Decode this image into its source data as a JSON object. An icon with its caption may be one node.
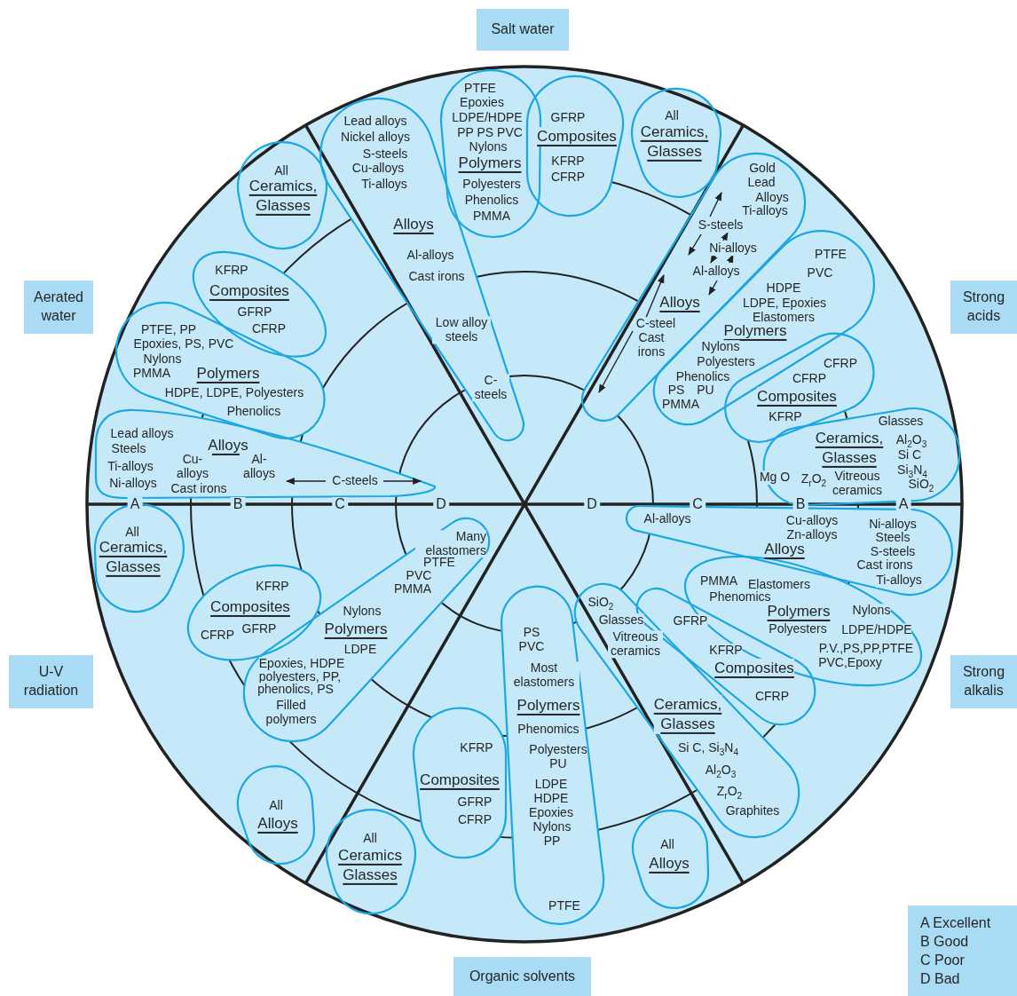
{
  "diagram": {
    "nodes": [
      {
        "text": [
          "Salt water"
        ]
      },
      {
        "text": [
          "Aerated water"
        ]
      },
      {
        "text": [
          "Strong acids"
        ]
      },
      {
        "text": [
          "U-V radiation"
        ]
      },
      {
        "text": [
          "Strong alkalis"
        ]
      },
      {
        "text": [
          "Organic solvents"
        ]
      },
      {
        "text": [
          "A Excellent",
          "B Good",
          "C Poor",
          "D Bad"
        ]
      },
      {
        "text": [
          "Lead alloys",
          "Nickel alloys",
          "S-steels",
          "Cu-alloys",
          "Ti-alloys",
          "Alloys",
          "Al-alloys",
          "Cast irons",
          "Low alloy steels",
          "C-steels"
        ]
      },
      {
        "text": [
          "PTFE",
          "Epoxies",
          "LDPE/HDPE",
          "PP PS PVC",
          "Nylons",
          "Polymers",
          "Polyesters",
          "Phenolics",
          "PMMA"
        ]
      },
      {
        "text": [
          "GFRP",
          "Composites",
          "KFRP",
          "CFRP"
        ]
      },
      {
        "text": [
          "All",
          "Ceramics, Glasses"
        ]
      },
      {
        "text": [
          "Gold",
          "Lead",
          "Alloys",
          "Ti-alloys",
          "S-steels",
          "Ni-alloys",
          "Al-alloys",
          "Alloys",
          "C-steel",
          "Cast irons"
        ]
      },
      {
        "text": [
          "PTFE",
          "PVC",
          "HDPE",
          "LDPE, Epoxies",
          "Elastomers",
          "Polymers",
          "Nylons",
          "Polyesters",
          "Phenolics",
          "PS",
          "PU",
          "PMMA"
        ]
      },
      {
        "text": [
          "CFRP",
          "CFRP",
          "Composites",
          "KFRP"
        ]
      },
      {
        "text": [
          "Glasses",
          "Ceramics, Glasses",
          "Al$_{2}$O$_{3}$",
          "Si C",
          "Si$_{3}$N$_{4}$",
          "SiO$_{2}$",
          "Mg O",
          "Z$_{r}$O$_{2}$",
          "Vitreous ceramics"
        ]
      },
      {
        "text": [
          "Al-alloys",
          "Cu-alloys",
          "Zn-alloys",
          "Alloys",
          "Ni-alloys",
          "Steels",
          "S-steels",
          "Cast irons",
          "Ti-alloys"
        ]
      },
      {
        "text": [
          "PMMA",
          "Elastomers",
          "Phenomics",
          "Polymers",
          "Polyesters",
          "Nylons",
          "LDPE/HDPE",
          "P.V.,PS,PP,PTFE",
          "PVC,Epoxy"
        ]
      },
      {
        "text": [
          "GFRP",
          "KFRP",
          "Composites",
          "CFRP"
        ]
      },
      {
        "text": [
          "SiO$_{2}$",
          "Glasses",
          "Vitreous ceramics",
          "Ceramics, Glasses",
          "Si C, Si$_{3}$N$_{4}$",
          "Al$_{2}$O$_{3}$",
          "Z$_{r}$O$_{2}$",
          "Graphites"
        ]
      },
      {
        "text": [
          "All",
          "Alloys"
        ]
      },
      {
        "text": [
          "PS",
          "PVC",
          "Most elastomers",
          "Polymers",
          "Phenomics",
          "Polyesters",
          "PU",
          "LDPE",
          "HDPE",
          "Epoxies",
          "Nylons",
          "PP",
          "PTFE"
        ]
      },
      {
        "text": [
          "KFRP",
          "Composites",
          "GFRP",
          "CFRP"
        ]
      },
      {
        "text": [
          "All",
          "Ceramics Glasses"
        ]
      },
      {
        "text": [
          "All",
          "Ceramics, Glasses"
        ]
      },
      {
        "text": [
          "KFRP",
          "Composites",
          "CFRP",
          "GFRP"
        ]
      },
      {
        "text": [
          "Many elastomers",
          "PTFE",
          "PVC",
          "PMMA",
          "Nylons",
          "Polymers",
          "LDPE",
          "Epoxies, HDPE",
          "polyesters, PP,",
          "phenolics, PS",
          "Filled polymers"
        ]
      },
      {
        "text": [
          "All",
          "Alloys"
        ]
      },
      {
        "text": [
          "All",
          "Ceramics, Glasses"
        ]
      },
      {
        "text": [
          "KFRP",
          "Composites",
          "GFRP",
          "CFRP"
        ]
      },
      {
        "text": [
          "PTFE, PP",
          "Epoxies, PS, PVC",
          "Nylons",
          "PMMA",
          "Polymers",
          "HDPE, LDPE, Polyesters",
          "Phenolics"
        ]
      },
      {
        "text": [
          "Lead alloys",
          "Steels",
          "Ti-alloys",
          "Ni-alloys",
          "Alloys",
          "Cu-alloys",
          "Al-alloys",
          "Cast irons",
          "C-steels"
        ]
      }
    ],
    "labels": [
      "A",
      "B",
      "C",
      "D",
      "D",
      "C",
      "B",
      "A"
    ]
  }
}
